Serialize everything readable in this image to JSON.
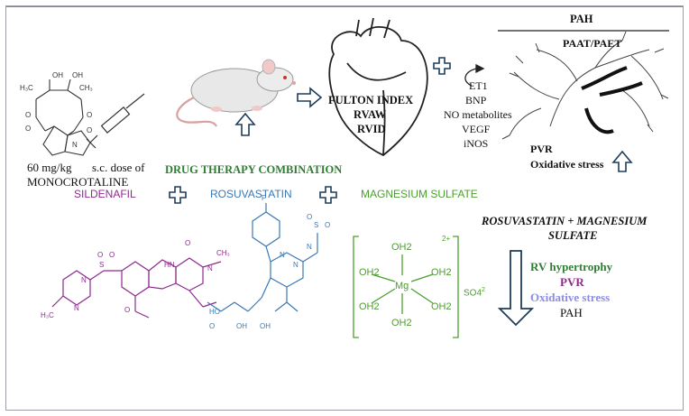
{
  "monocrotaline": {
    "dose": "60 mg/kg",
    "route": "s.c. dose of",
    "name": "MONOCROTALINE"
  },
  "heart": {
    "metrics": [
      "FULTON INDEX",
      "RVAW",
      "RVID"
    ]
  },
  "biomarkers": [
    "ET1",
    "BNP",
    "NO metabolites",
    "VEGF",
    "iNOS"
  ],
  "pah_panel": {
    "title": "PAH",
    "vessel_label": "PAAT/PAET",
    "pvr": "PVR",
    "oxidative": "Oxidative stress"
  },
  "therapy": {
    "title": "DRUG THERAPY COMBINATION",
    "drugs": [
      "SILDENAFIL",
      "ROSUVASTATIN",
      "MAGNESIUM SULFATE"
    ]
  },
  "mg_complex": {
    "water": "OH2",
    "ion": "Mg",
    "charge": "2+",
    "counter": "SO4",
    "counter_charge": "2"
  },
  "outcome": {
    "title": "ROSUVASTATIN + MAGNESIUM SULFATE",
    "items": [
      "RV hypertrophy",
      "PVR",
      "Oxidative stress",
      "PAH"
    ]
  },
  "colors": {
    "green": "#2e7d32",
    "purple": "#8e2a8e",
    "blue": "#3a78b5",
    "lavender": "#8c8ce8",
    "drug_green": "#4aa02c",
    "navy": "#1f3d5a"
  }
}
